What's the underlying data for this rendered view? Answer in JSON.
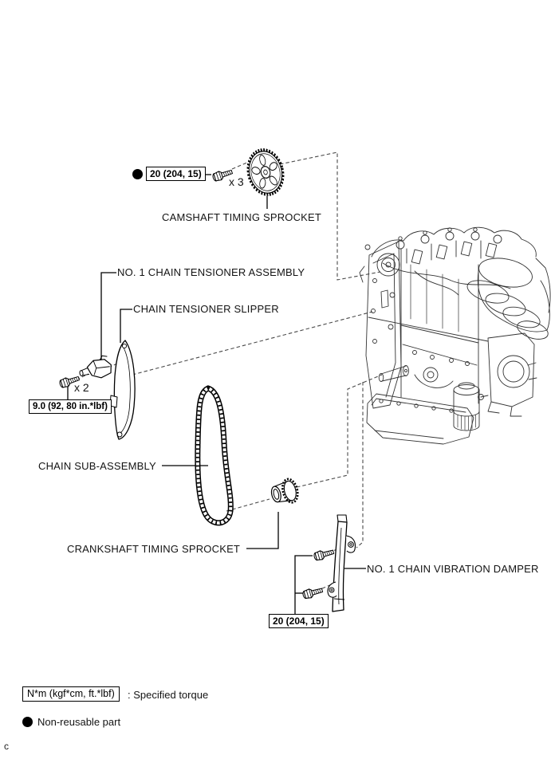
{
  "diagram": {
    "page_letter": "c",
    "labels": {
      "camshaft_sprocket": "CAMSHAFT TIMING SPROCKET",
      "tensioner_assembly": "NO. 1 CHAIN TENSIONER ASSEMBLY",
      "tensioner_slipper": "CHAIN TENSIONER SLIPPER",
      "chain_sub_assembly": "CHAIN SUB-ASSEMBLY",
      "crankshaft_sprocket": "CRANKSHAFT TIMING SPROCKET",
      "vibration_damper": "NO. 1 CHAIN VIBRATION DAMPER"
    },
    "torques": {
      "camshaft_bolts_value": "20 (204, 15)",
      "camshaft_bolts_qty": "x 3",
      "tensioner_bolts_value": "9.0 (92, 80 in.*lbf)",
      "tensioner_bolts_qty": "x 2",
      "damper_bolts_value": "20 (204, 15)"
    },
    "legend": {
      "torque_unit_box": "N*m (kgf*cm, ft.*lbf)",
      "torque_caption": ": Specified torque",
      "non_reusable_caption": "Non-reusable part"
    },
    "colors": {
      "line": "#000000",
      "background": "#ffffff"
    }
  }
}
